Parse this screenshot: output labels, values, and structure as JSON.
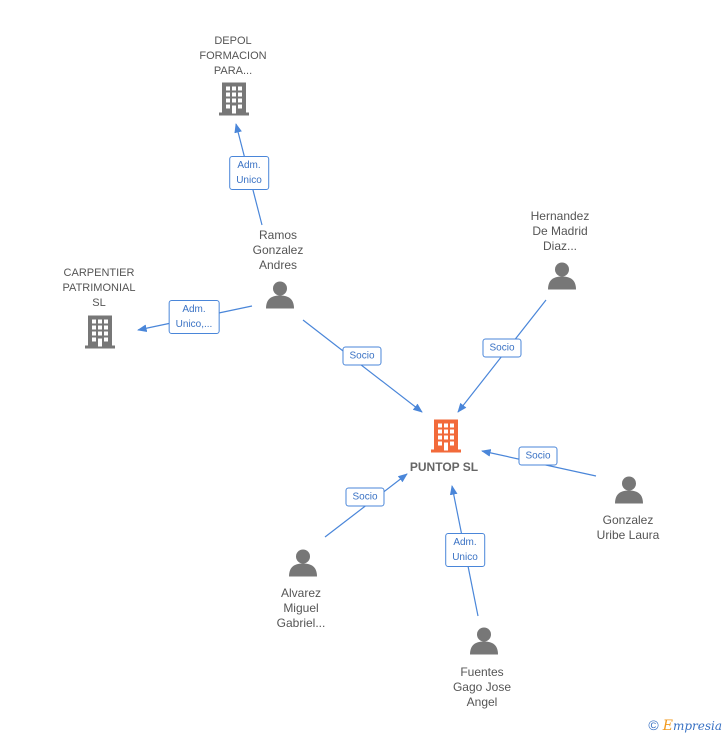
{
  "colors": {
    "edge": "#4a86d9",
    "person": "#777777",
    "company": "#777777",
    "main_company": "#f26a3a"
  },
  "main_company": {
    "label": "PUNTOP  SL",
    "icon": "building-icon"
  },
  "companies": [
    {
      "id": "depol",
      "label": "DEPOL\nFORMACION\nPARA...",
      "icon": "building-icon"
    },
    {
      "id": "carpentier",
      "label": "CARPENTIER\nPATRIMONIAL\nSL",
      "icon": "building-icon"
    }
  ],
  "persons": [
    {
      "id": "ramos",
      "label": "Ramos\nGonzalez\nAndres",
      "icon": "person-icon"
    },
    {
      "id": "hernandez",
      "label": "Hernandez\nDe Madrid\nDiaz...",
      "icon": "person-icon"
    },
    {
      "id": "gonzalez",
      "label": "Gonzalez\nUribe Laura",
      "icon": "person-icon"
    },
    {
      "id": "fuentes",
      "label": "Fuentes\nGago Jose\nAngel",
      "icon": "person-icon"
    },
    {
      "id": "alvarez",
      "label": "Alvarez\nMiguel\nGabriel...",
      "icon": "person-icon"
    }
  ],
  "relations": [
    {
      "id": "ramos-depol",
      "label": "Adm.\nUnico"
    },
    {
      "id": "ramos-carpentier",
      "label": "Adm.\nUnico,..."
    },
    {
      "id": "ramos-puntop",
      "label": "Socio"
    },
    {
      "id": "hernandez-puntop",
      "label": "Socio"
    },
    {
      "id": "gonzalez-puntop",
      "label": "Socio"
    },
    {
      "id": "alvarez-puntop",
      "label": "Socio"
    },
    {
      "id": "fuentes-puntop",
      "label": "Adm.\nUnico"
    }
  ],
  "brand": {
    "copyright": "©",
    "name_first": "E",
    "name_rest": "mpresia"
  }
}
